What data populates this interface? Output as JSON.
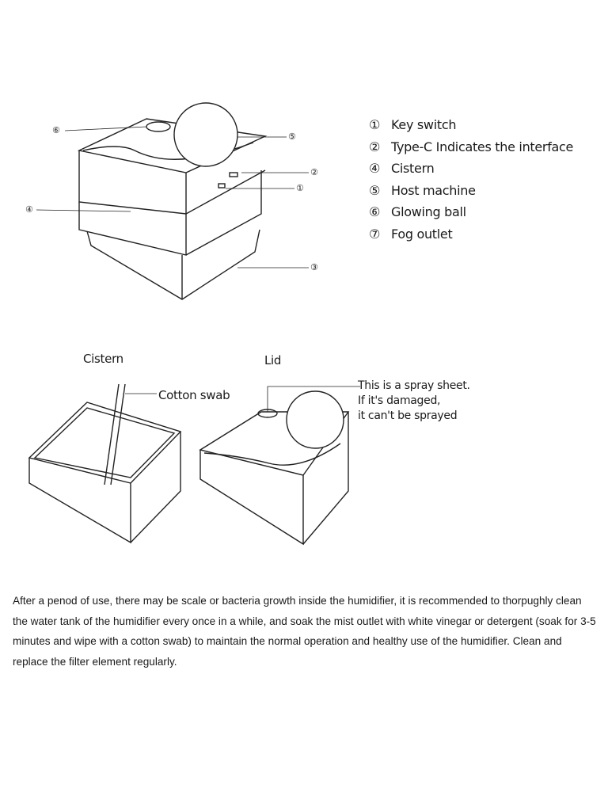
{
  "legend": [
    {
      "num": "①",
      "label": "Key switch"
    },
    {
      "num": "②",
      "label": "Type-C Indicates the interface"
    },
    {
      "num": "④",
      "label": "Cistern"
    },
    {
      "num": "⑤",
      "label": "Host machine"
    },
    {
      "num": "⑥",
      "label": "Glowing ball"
    },
    {
      "num": "⑦",
      "label": "Fog outlet"
    }
  ],
  "callouts": {
    "c1": "①",
    "c2": "②",
    "c3": "③",
    "c4": "④",
    "c5": "⑤",
    "c6": "⑥"
  },
  "lower": {
    "cistern": "Cistern",
    "lid": "Lid",
    "cotton_swab": "Cotton swab",
    "note": [
      "This is a spray sheet.",
      "If it's damaged,",
      "it can't be sprayed"
    ]
  },
  "paragraph": "After a penod of use, there may be scale or bacteria growth inside the humidifier, it is recommended to thorpughly clean the water tank of the humidifier every once in a while, and soak the mist outlet with white vinegar or detergent (soak for 3-5 minutes and wipe with a cotton swab) to maintain the normal operation and healthy use of the humidifier. Clean and replace the filter element regularly."
}
